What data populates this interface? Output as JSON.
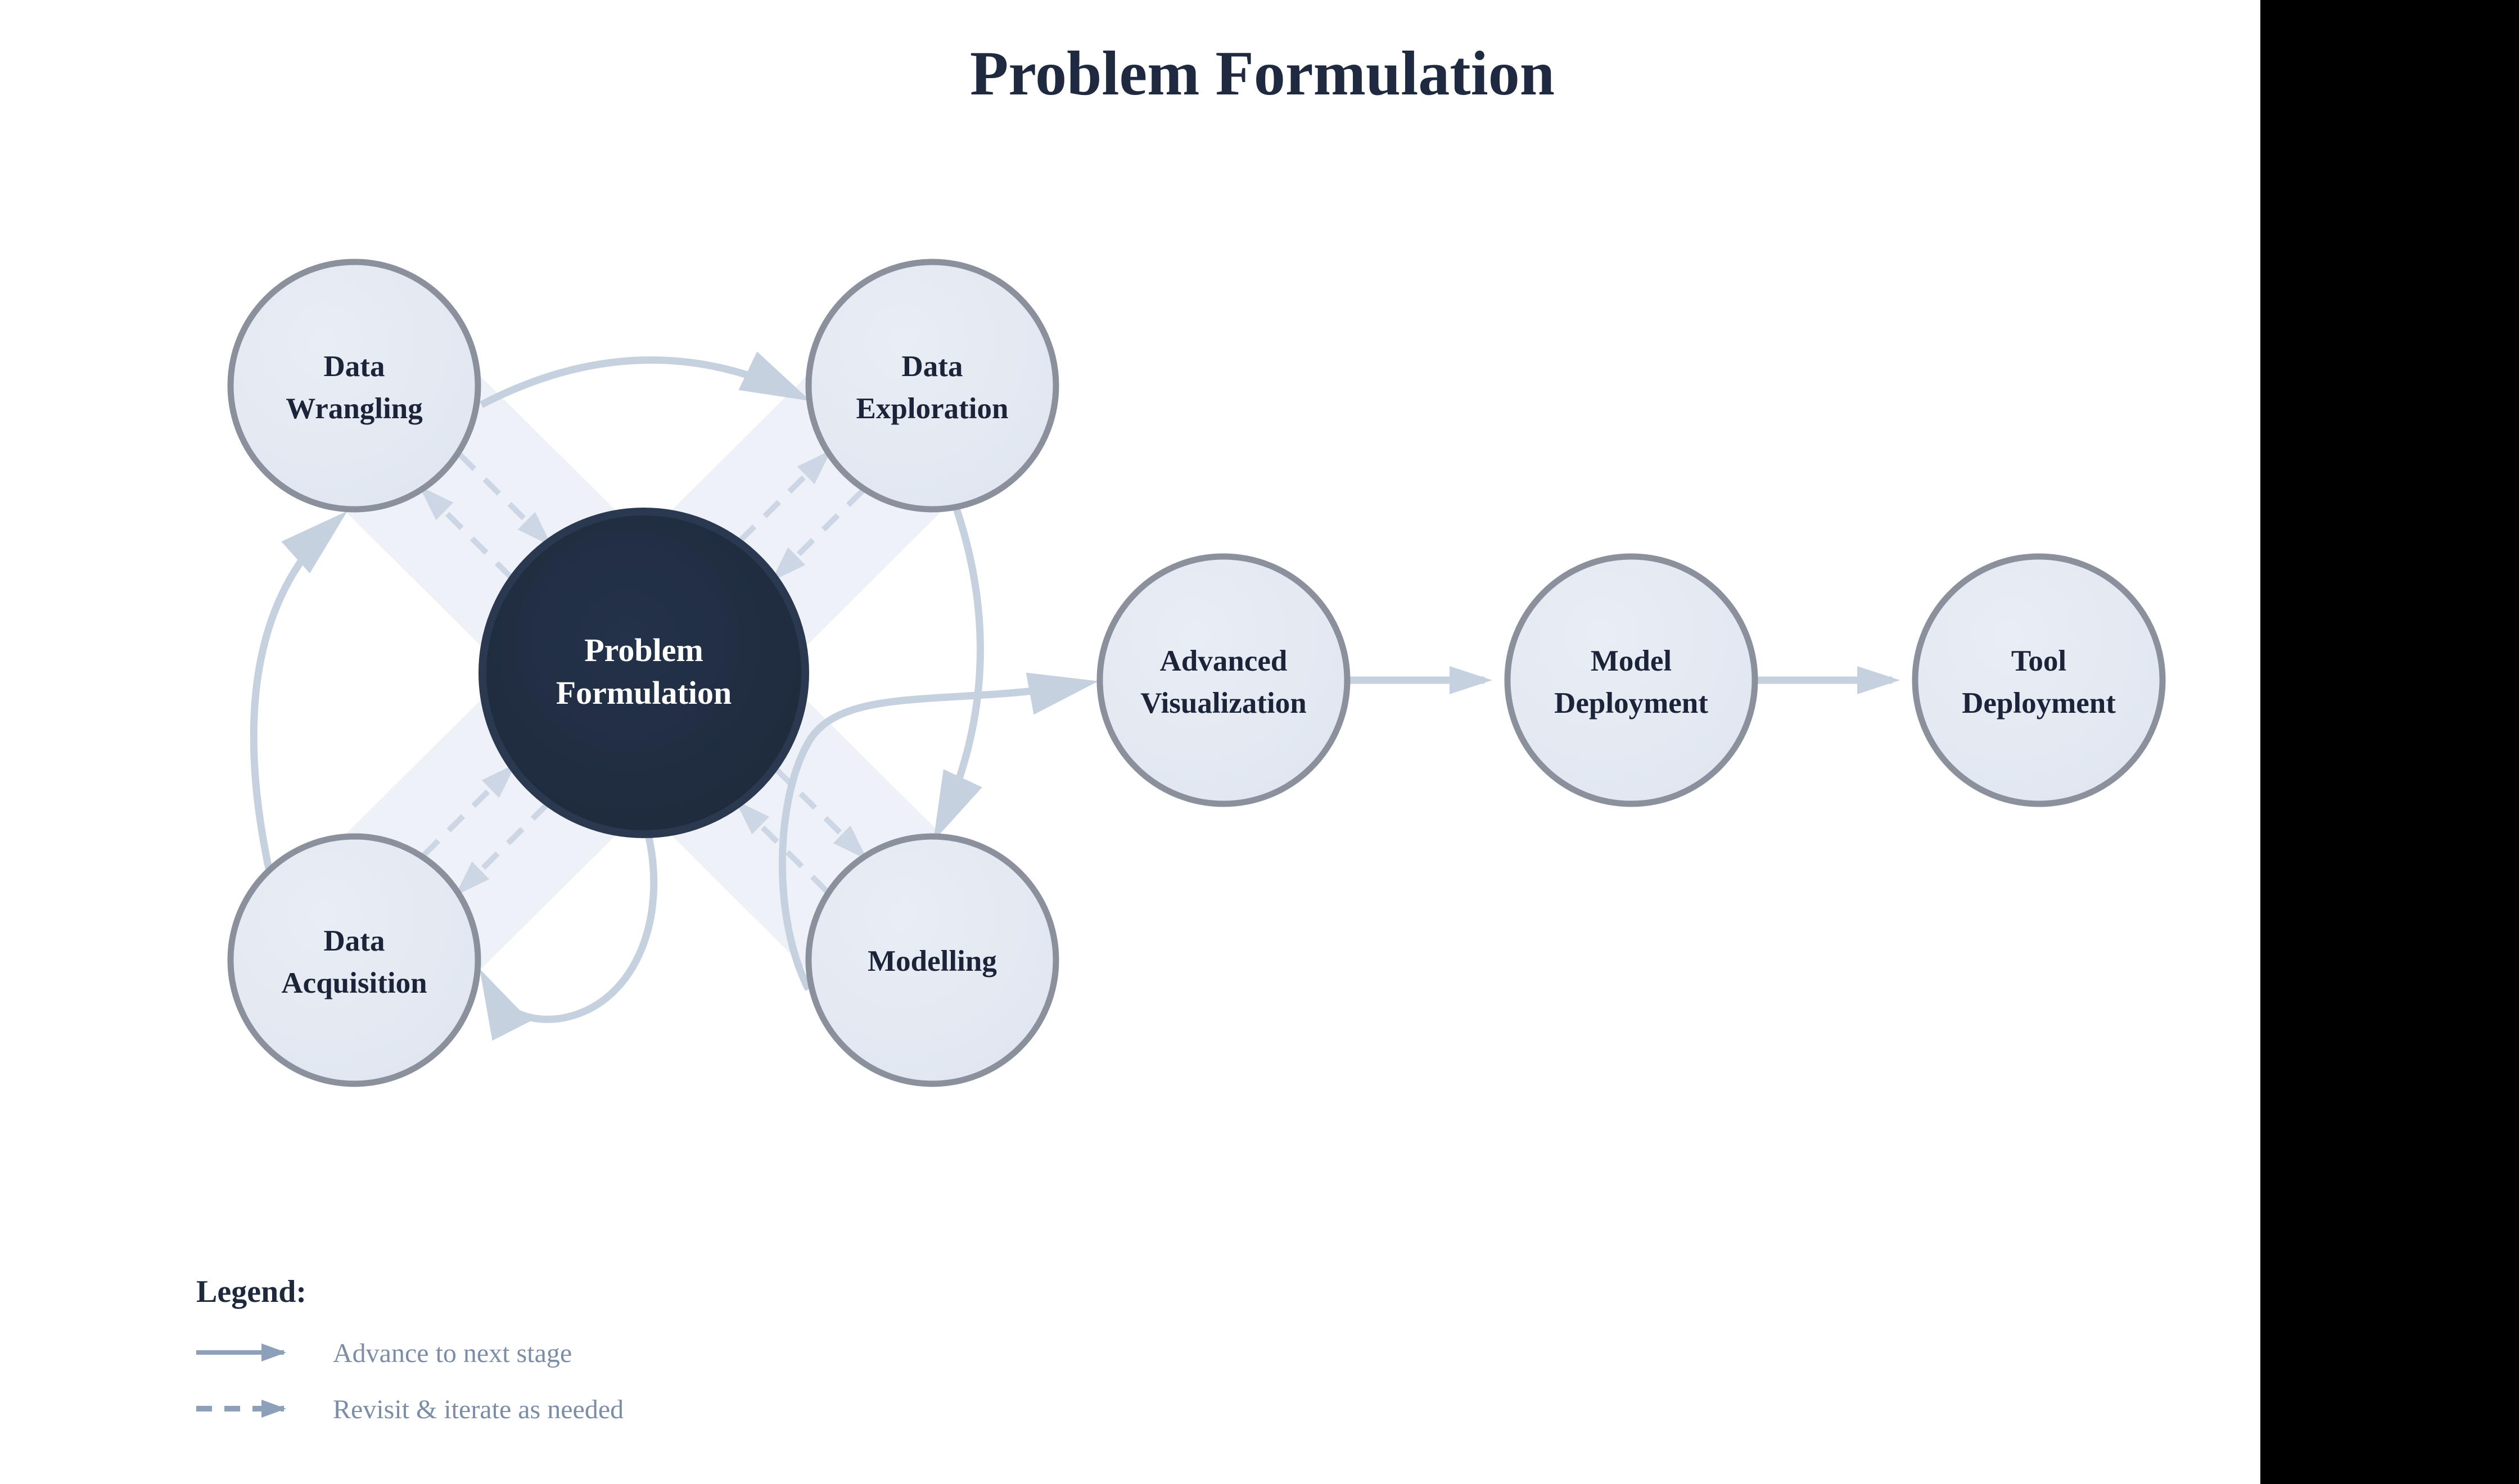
{
  "title": "Problem Formulation",
  "hub": {
    "id": "problem-formulation",
    "lines": [
      "Problem",
      "Formulation"
    ]
  },
  "satellites": [
    {
      "id": "data-wrangling",
      "lines": [
        "Data",
        "Wrangling"
      ]
    },
    {
      "id": "data-exploration",
      "lines": [
        "Data",
        "Exploration"
      ]
    },
    {
      "id": "data-acquisition",
      "lines": [
        "Data",
        "Acquisition"
      ]
    },
    {
      "id": "modelling",
      "lines": [
        "Modelling"
      ]
    }
  ],
  "pipeline": [
    {
      "id": "advanced-visualization",
      "lines": [
        "Advanced",
        "Visualization"
      ]
    },
    {
      "id": "model-deployment",
      "lines": [
        "Model",
        "Deployment"
      ]
    },
    {
      "id": "tool-deployment",
      "lines": [
        "Tool",
        "Deployment"
      ]
    }
  ],
  "legend": {
    "heading": "Legend:",
    "items": [
      {
        "style": "solid",
        "label": "Advance to next stage"
      },
      {
        "style": "dashed",
        "label": "Revisit & iterate as needed"
      }
    ]
  },
  "colors": {
    "background": "#ffffff",
    "side_panel": "#000000",
    "hub_fill": "#1f2b3d",
    "hub_border": "#2b3950",
    "hub_text": "#ffffff",
    "node_fill": "#e4e9f2",
    "node_border": "#8b919c",
    "node_text": "#1b2438",
    "title_text": "#1f2a40",
    "advance_arrow": "#c6d1e0",
    "revisit_arrow": "#ccd6e4",
    "background_wedge": "#eef1f7",
    "legend_line": "#8ca0b9",
    "legend_text": "#7b8da7"
  }
}
